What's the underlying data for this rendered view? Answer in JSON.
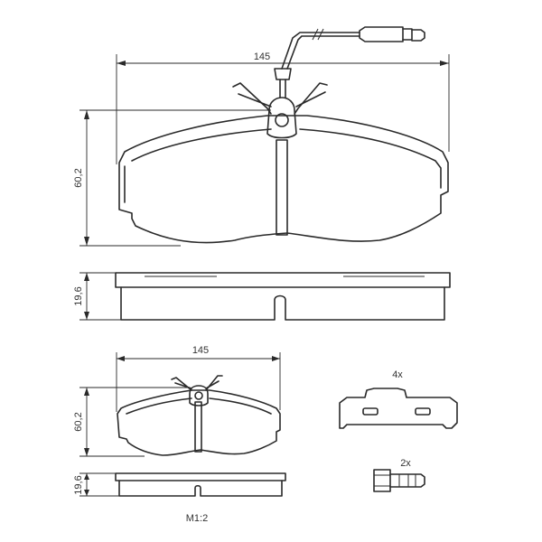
{
  "labels": {
    "top_width": "145",
    "top_height": "60,2",
    "top_thickness": "19,6",
    "small_width": "145",
    "small_height": "60,2",
    "small_thickness": "19,6",
    "clip_qty": "4x",
    "bolt_qty": "2x",
    "scale": "M1:2"
  },
  "colors": {
    "line": "#2a2a2a",
    "background": "#ffffff"
  }
}
